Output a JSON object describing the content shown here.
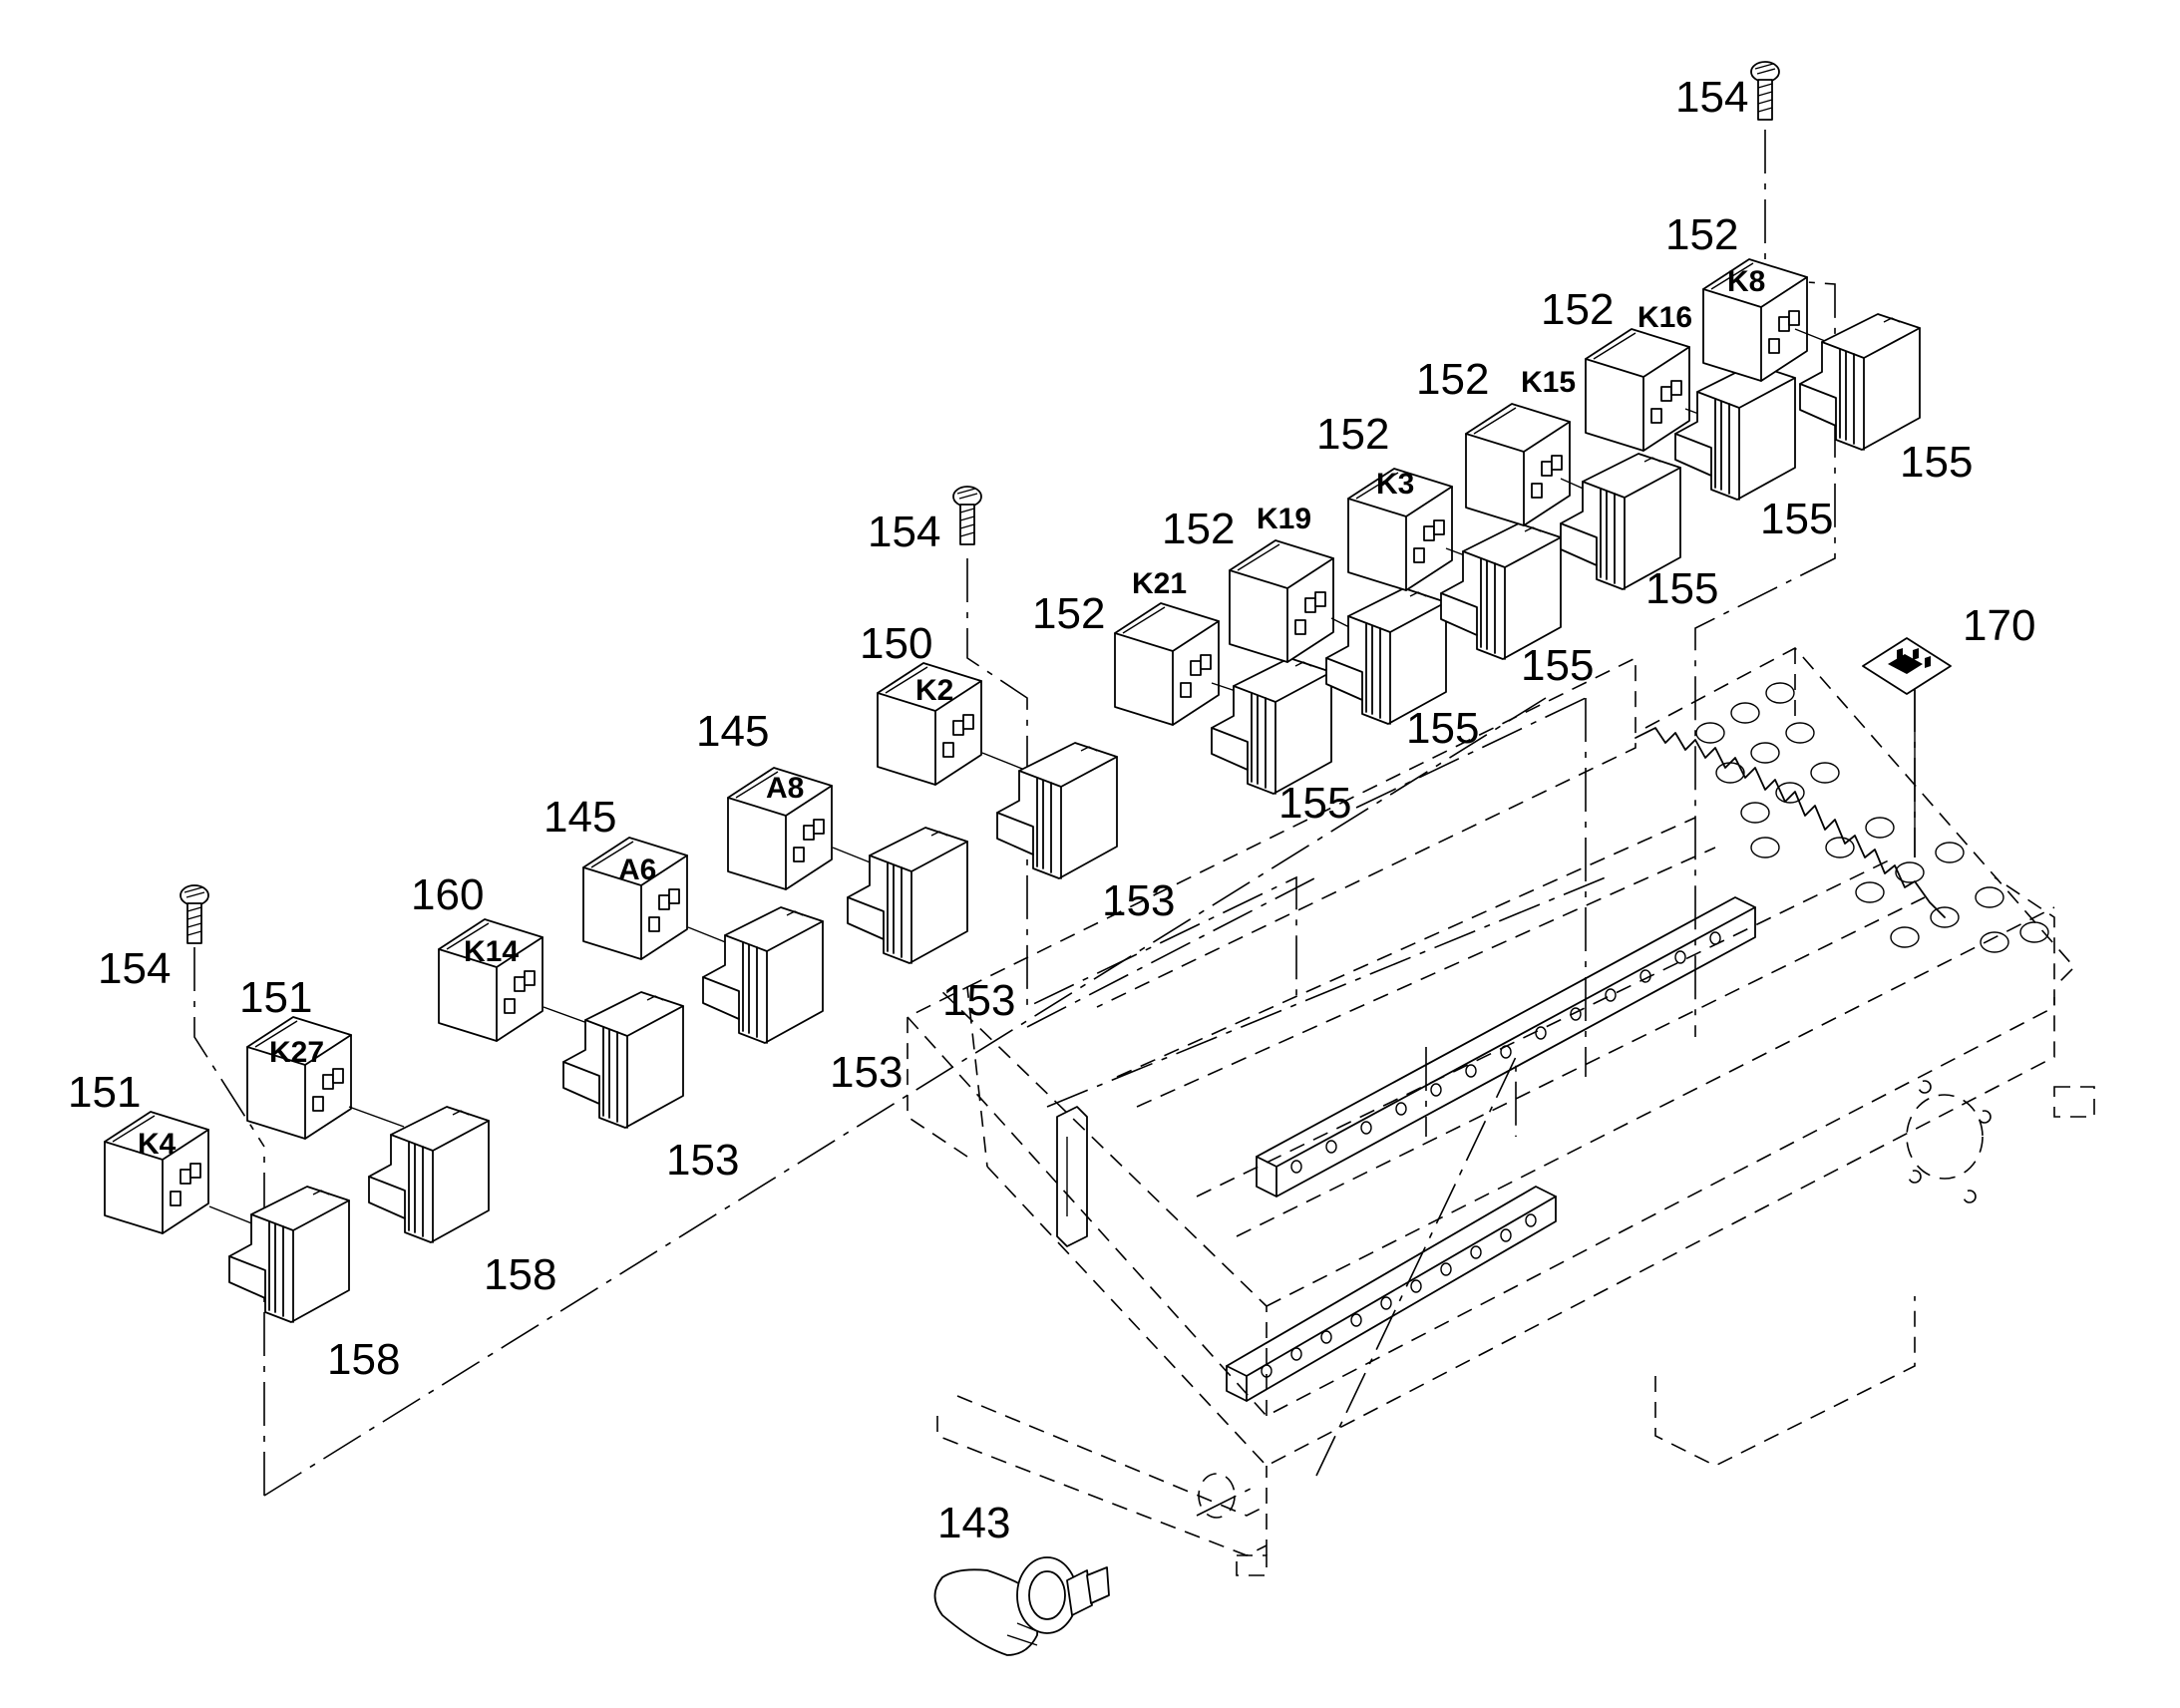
{
  "callouts": {
    "c143": "143",
    "c145a": "145",
    "c145b": "145",
    "c150": "150",
    "c151a": "151",
    "c151b": "151",
    "c152a": "152",
    "c152b": "152",
    "c152c": "152",
    "c152d": "152",
    "c152e": "152",
    "c152f": "152",
    "c153a": "153",
    "c153b": "153",
    "c153c": "153",
    "c153d": "153",
    "c154a": "154",
    "c154b": "154",
    "c154c": "154",
    "c155a": "155",
    "c155b": "155",
    "c155c": "155",
    "c155d": "155",
    "c155e": "155",
    "c155f": "155",
    "c158a": "158",
    "c158b": "158",
    "c160": "160",
    "c170": "170"
  },
  "relay_tags": {
    "k4": "K4",
    "k27": "K27",
    "k14": "K14",
    "a6": "A6",
    "a8": "A8",
    "k2": "K2",
    "k21": "K21",
    "k19": "K19",
    "k3": "K3",
    "k15": "K15",
    "k16": "K16",
    "k8": "K8"
  },
  "icons": {
    "screw": "slotted-screw-icon",
    "relay": "relay-icon",
    "socket": "relay-socket-icon",
    "label": "schematic-label-icon",
    "knob": "rotary-switch-icon"
  }
}
